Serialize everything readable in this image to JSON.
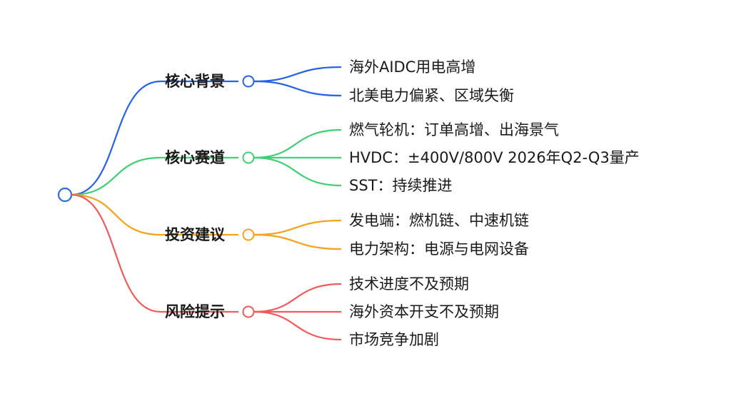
{
  "mindmap": {
    "root": {
      "label": "",
      "color": "#2d6ce0"
    },
    "branches": [
      {
        "label": "核心背景",
        "color": "#2563eb",
        "children": [
          "海外AIDC用电高增",
          "北美电力偏紧、区域失衡"
        ]
      },
      {
        "label": "核心赛道",
        "color": "#3fcf75",
        "children": [
          "燃气轮机：订单高增、出海景气",
          "HVDC：±400V/800V 2026年Q2-Q3量产",
          "SST：持续推进"
        ]
      },
      {
        "label": "投资建议",
        "color": "#f6a21a",
        "children": [
          "发电端：燃机链、中速机链",
          "电力架构：电源与电网设备"
        ]
      },
      {
        "label": "风险提示",
        "color": "#f05a5a",
        "children": [
          "技术进度不及预期",
          "海外资本开支不及预期",
          "市场竞争加剧"
        ]
      }
    ]
  }
}
